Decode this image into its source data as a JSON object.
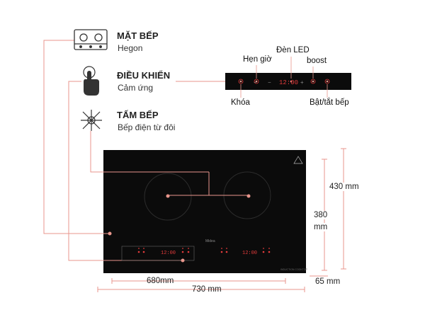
{
  "features": [
    {
      "title": "MẶT BẾP",
      "subtitle": "Hegon",
      "icon": "cooktop-icon"
    },
    {
      "title": "ĐIỀU KHIỂN",
      "subtitle": "Cảm ứng",
      "icon": "touch-hand-icon"
    },
    {
      "title": "TẤM BẾP",
      "subtitle": "Bếp điện từ đôi",
      "icon": "induction-icon"
    }
  ],
  "control_panel": {
    "display": "12:00",
    "labels": {
      "timer": "Hẹn giờ",
      "led": "Đèn LED",
      "boost": "boost",
      "lock": "Khóa",
      "power": "Bật/tắt bếp"
    }
  },
  "cooktop": {
    "brand": "Midea",
    "left_display": "12:00",
    "right_display": "12:00",
    "model_text": "INDUCTION COOKTOP"
  },
  "dimensions": {
    "width_inner": "680mm",
    "width_outer": "730 mm",
    "depth_outer": "430  mm",
    "depth_inner_value": "380",
    "depth_inner_unit": "mm",
    "thickness": "65 mm"
  },
  "colors": {
    "accent": "#e8968c",
    "glass": "#0b0b0b",
    "led": "#e23b3b"
  }
}
